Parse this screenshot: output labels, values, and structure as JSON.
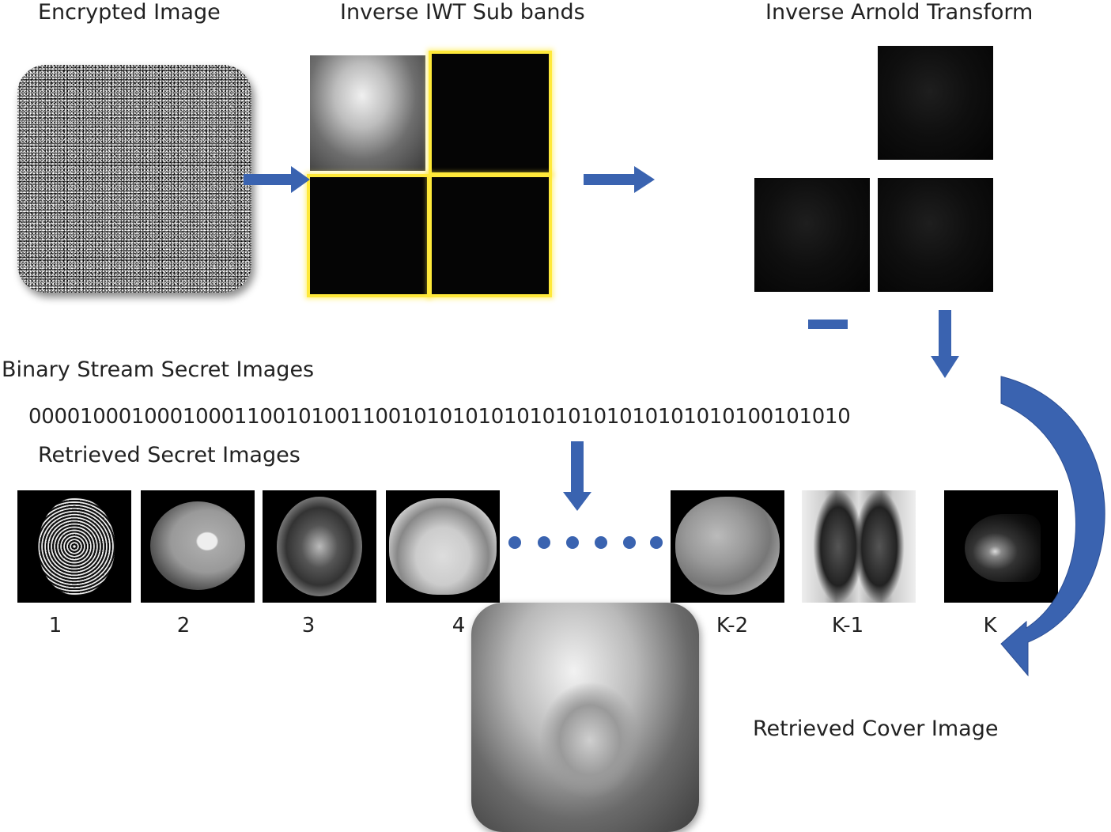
{
  "labels": {
    "encrypted_image": "Encrypted Image",
    "inverse_iwt": "Inverse IWT Sub bands",
    "inverse_arnold": "Inverse Arnold Transform",
    "binary_stream": "Binary Stream Secret Images",
    "binary_bits": "0000100010001000110010100110010101010101010101010101010100101010",
    "retrieved_secret": "Retrieved Secret Images",
    "retrieved_cover": "Retrieved Cover Image"
  },
  "secret_images": [
    {
      "label": "1",
      "icon": "fingerprint-icon"
    },
    {
      "label": "2",
      "icon": "abdominal-ct-icon"
    },
    {
      "label": "3",
      "icon": "brain-mri-icon"
    },
    {
      "label": "4",
      "icon": "chest-ct-icon"
    },
    {
      "label": "K-2",
      "icon": "liver-ct-icon"
    },
    {
      "label": "K-1",
      "icon": "chest-xray-icon"
    },
    {
      "label": "K",
      "icon": "breast-mri-icon"
    }
  ],
  "colors": {
    "arrow": "#3a63b0",
    "highlight": "#ffe93a"
  }
}
